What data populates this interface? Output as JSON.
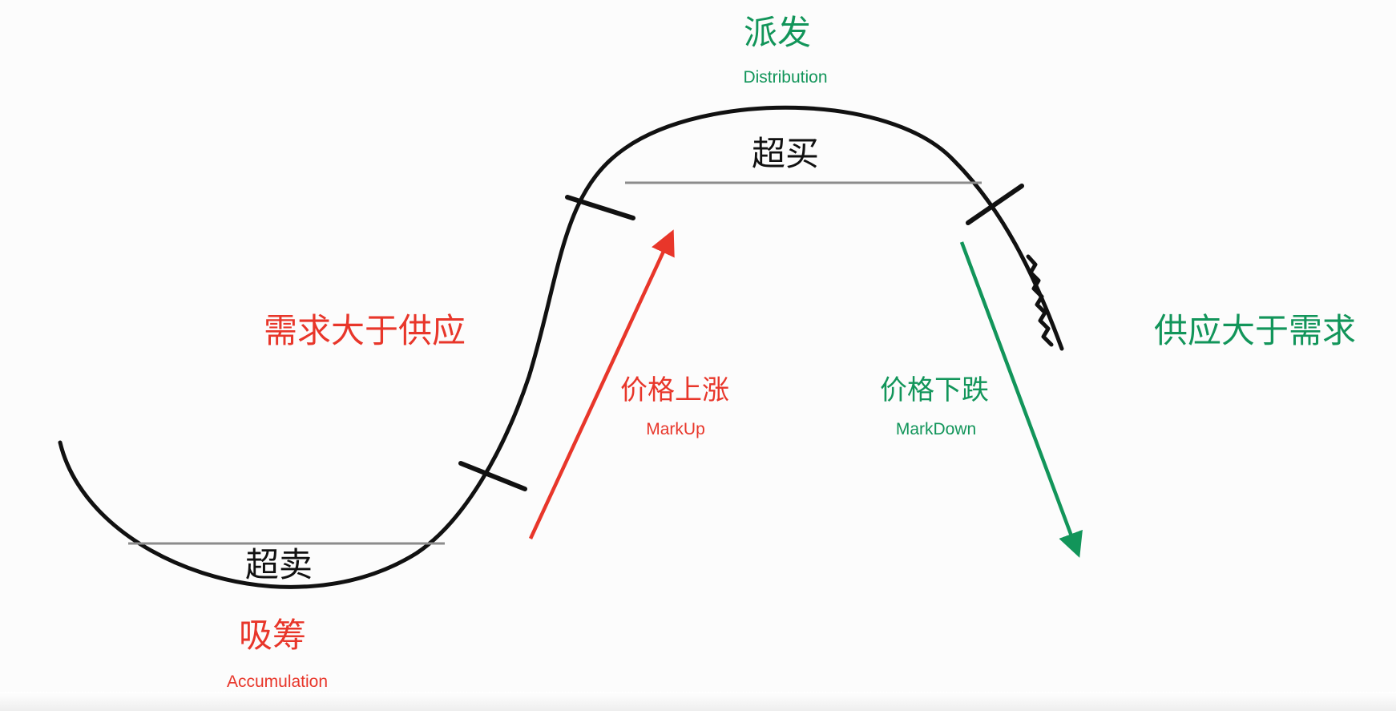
{
  "colors": {
    "red": "#e8362a",
    "green": "#12955a",
    "black": "#111111",
    "line_gray": "#8c8c8c"
  },
  "labels": {
    "distribution_cn": "派发",
    "distribution_en": "Distribution",
    "overbought": "超买",
    "demand_gt_supply": "需求大于供应",
    "supply_gt_demand": "供应大于需求",
    "markup_cn": "价格上涨",
    "markup_en": "MarkUp",
    "markdown_cn": "价格下跌",
    "markdown_en": "MarkDown",
    "oversold": "超卖",
    "accumulation_cn": "吸筹",
    "accumulation_en": "Accumulation"
  }
}
